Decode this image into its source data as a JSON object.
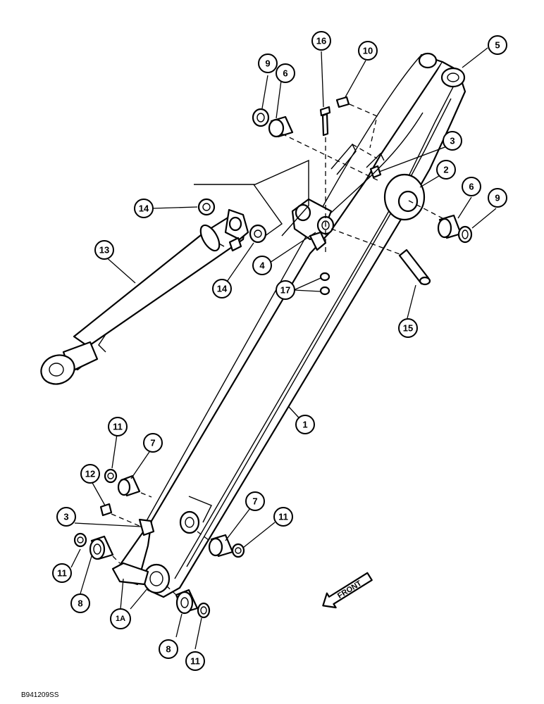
{
  "diagram": {
    "callouts": {
      "c1": "1",
      "c1A": "1A",
      "c2": "2",
      "c3a": "3",
      "c3b": "3",
      "c4": "4",
      "c5": "5",
      "c6a": "6",
      "c6b": "6",
      "c7a": "7",
      "c7b": "7",
      "c8a": "8",
      "c8b": "8",
      "c9a": "9",
      "c9b": "9",
      "c10": "10",
      "c11a": "11",
      "c11b": "11",
      "c11c": "11",
      "c11d": "11",
      "c12": "12",
      "c13": "13",
      "c14a": "14",
      "c14b": "14",
      "c15": "15",
      "c16": "16",
      "c17": "17"
    },
    "front_label": "FRONT",
    "drawing_code": "B941209SS"
  }
}
